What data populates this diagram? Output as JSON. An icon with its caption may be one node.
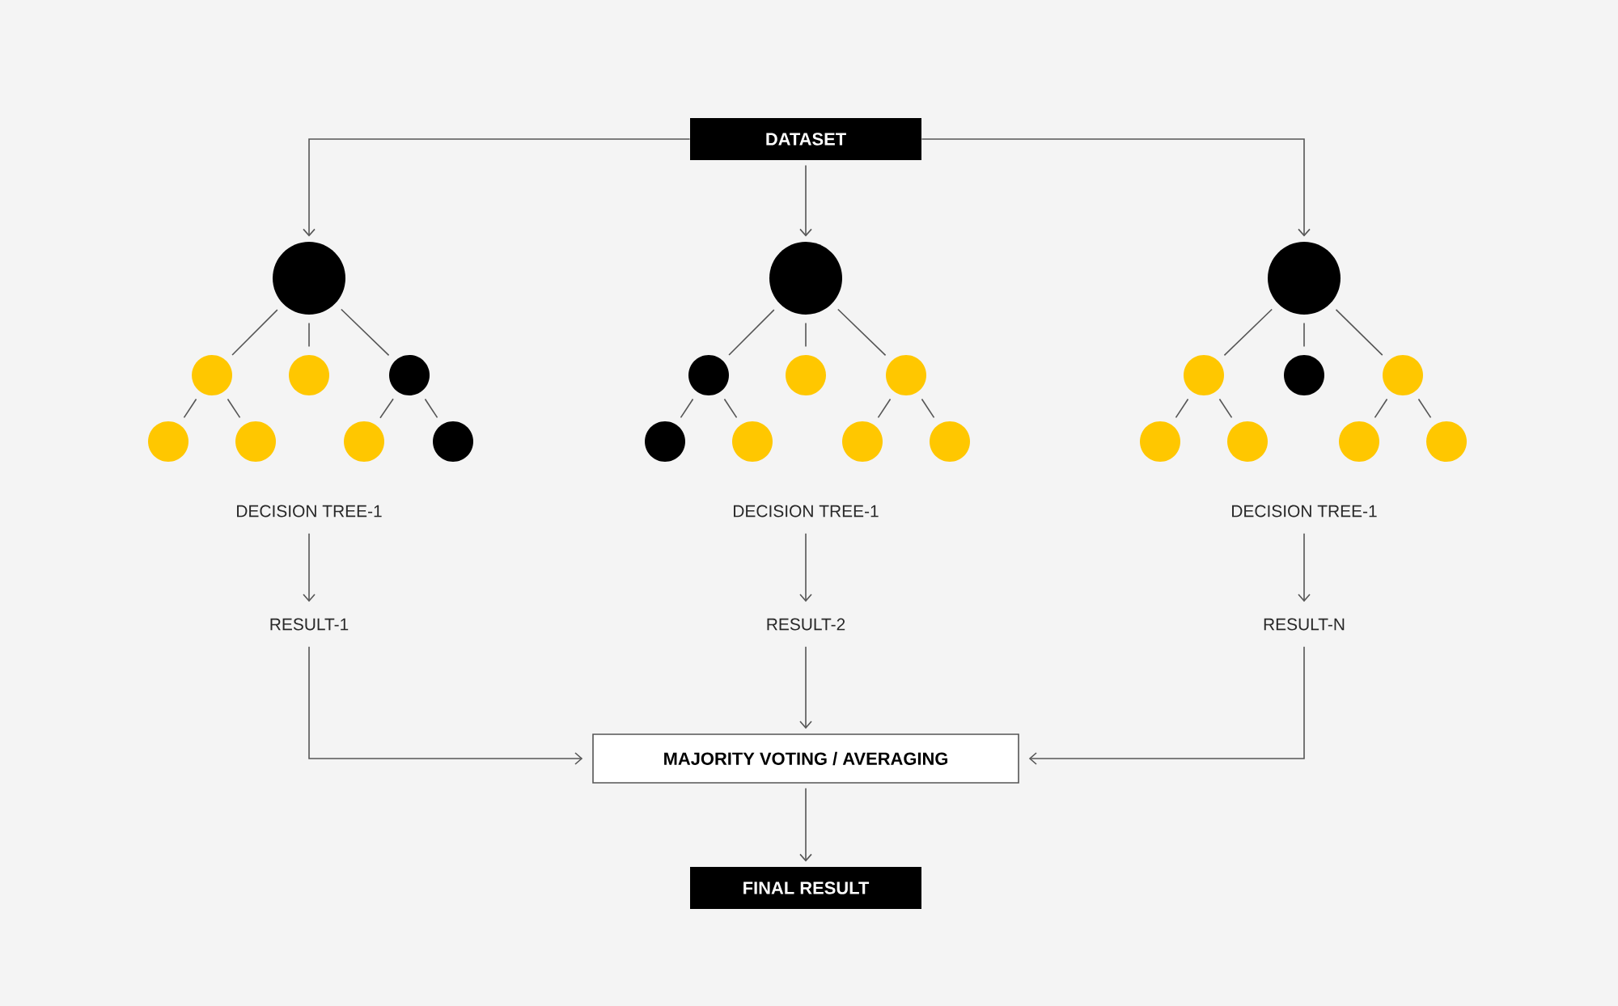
{
  "diagram": {
    "nodes": [
      {
        "text": [
          "DATASET"
        ]
      },
      {
        "text": [],
        "shape": "circle"
      },
      {
        "text": [],
        "shape": "circle"
      },
      {
        "text": [],
        "shape": "circle"
      },
      {
        "text": [],
        "shape": "circle"
      },
      {
        "text": [],
        "shape": "circle"
      },
      {
        "text": [],
        "shape": "circle"
      },
      {
        "text": [],
        "shape": "circle"
      },
      {
        "text": [],
        "shape": "circle"
      },
      {
        "text": [],
        "shape": "circle"
      },
      {
        "text": [],
        "shape": "circle"
      },
      {
        "text": [],
        "shape": "circle"
      },
      {
        "text": [],
        "shape": "circle"
      },
      {
        "text": [],
        "shape": "circle"
      },
      {
        "text": [],
        "shape": "circle"
      },
      {
        "text": [],
        "shape": "circle"
      },
      {
        "text": [],
        "shape": "circle"
      },
      {
        "text": [],
        "shape": "circle"
      },
      {
        "text": [],
        "shape": "circle"
      },
      {
        "text": [],
        "shape": "circle"
      },
      {
        "text": [],
        "shape": "circle"
      },
      {
        "text": [],
        "shape": "circle"
      },
      {
        "text": [],
        "shape": "circle"
      },
      {
        "text": [],
        "shape": "circle"
      },
      {
        "text": [],
        "shape": "circle"
      },
      {
        "text": [
          "DECISION TREE-1"
        ]
      },
      {
        "text": [
          "DECISION TREE-1"
        ]
      },
      {
        "text": [
          "DECISION TREE-1"
        ]
      },
      {
        "text": [
          "RESULT-1"
        ]
      },
      {
        "text": [
          "RESULT-2"
        ]
      },
      {
        "text": [
          "RESULT-N"
        ]
      },
      {
        "text": [
          "MAJORITY VOTING / AVERAGING"
        ]
      },
      {
        "text": [
          "FINAL RESULT"
        ]
      }
    ],
    "edges": [
      {
        "from": 0,
        "to": 1,
        "arrow": "to"
      },
      {
        "from": 0,
        "to": 9,
        "arrow": "to"
      },
      {
        "from": 0,
        "to": 17,
        "arrow": "to"
      },
      {
        "from": 1,
        "to": 2,
        "arrow": "none"
      },
      {
        "from": 1,
        "to": 3,
        "arrow": "none"
      },
      {
        "from": 1,
        "to": 4,
        "arrow": "none"
      },
      {
        "from": 2,
        "to": 5,
        "arrow": "none"
      },
      {
        "from": 2,
        "to": 6,
        "arrow": "none"
      },
      {
        "from": 4,
        "to": 7,
        "arrow": "none"
      },
      {
        "from": 4,
        "to": 8,
        "arrow": "none"
      },
      {
        "from": 9,
        "to": 10,
        "arrow": "none"
      },
      {
        "from": 9,
        "to": 11,
        "arrow": "none"
      },
      {
        "from": 9,
        "to": 12,
        "arrow": "none"
      },
      {
        "from": 10,
        "to": 13,
        "arrow": "none"
      },
      {
        "from": 10,
        "to": 14,
        "arrow": "none"
      },
      {
        "from": 12,
        "to": 15,
        "arrow": "none"
      },
      {
        "from": 12,
        "to": 16,
        "arrow": "none"
      },
      {
        "from": 17,
        "to": 18,
        "arrow": "none"
      },
      {
        "from": 17,
        "to": 19,
        "arrow": "none"
      },
      {
        "from": 17,
        "to": 20,
        "arrow": "none"
      },
      {
        "from": 18,
        "to": 21,
        "arrow": "none"
      },
      {
        "from": 18,
        "to": 22,
        "arrow": "none"
      },
      {
        "from": 20,
        "to": 23,
        "arrow": "none"
      },
      {
        "from": 20,
        "to": 24,
        "arrow": "none"
      },
      {
        "from": 25,
        "to": 28,
        "arrow": "to"
      },
      {
        "from": 26,
        "to": 29,
        "arrow": "to"
      },
      {
        "from": 27,
        "to": 30,
        "arrow": "to"
      },
      {
        "from": 28,
        "to": 31,
        "arrow": "to"
      },
      {
        "from": 29,
        "to": 31,
        "arrow": "to"
      },
      {
        "from": 30,
        "to": 31,
        "arrow": "to"
      },
      {
        "from": 31,
        "to": 32,
        "arrow": "to"
      }
    ]
  }
}
